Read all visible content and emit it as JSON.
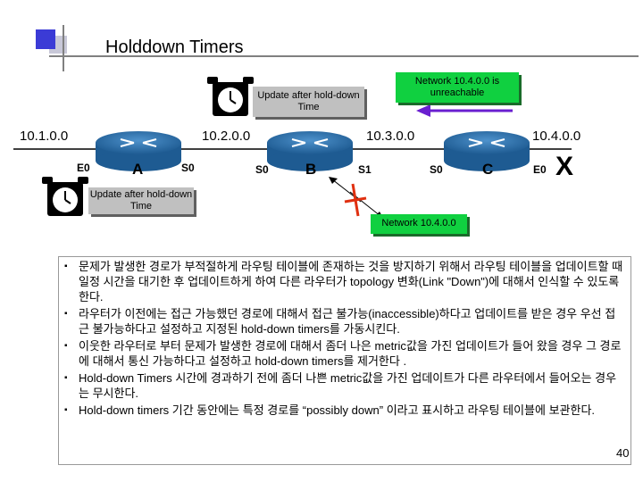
{
  "title": "Holddown Timers",
  "networks": [
    "10.1.0.0",
    "10.2.0.0",
    "10.3.0.0",
    "10.4.0.0"
  ],
  "interfaces": {
    "a_e0": "E0",
    "a_s0": "S0",
    "b_s0": "S0",
    "b_s1": "S1",
    "c_s0": "S0",
    "c_e0": "E0"
  },
  "routers": {
    "a": "A",
    "b": "B",
    "c": "C"
  },
  "update_top": "Update after hold-down Time",
  "update_left": "Update after hold-down Time",
  "unreachable": "Network 10.4.0.0 is unreachable",
  "network_label": "Network 10.4.0.0",
  "x_mark": "X",
  "bullets": [
    "문제가 발생한 경로가 부적절하게 라우팅 테이블에 존재하는 것을 방지하기 위해서 라우팅 테이블을 업데이트할 때 일정 시간을 대기한 후 업데이트하게 하여 다른 라우터가 topology 변화(Link \"Down\")에 대해서 인식할 수 있도록 한다.",
    "라우터가 이전에는 접근 가능했던 경로에 대해서 접근 불가능(inaccessible)하다고 업데이트를 받은 경우 우선 접근 불가능하다고 설정하고 지정된 hold-down timers를 가동시킨다.",
    "이웃한 라우터로 부터 문제가 발생한 경로에 대해서 좀더 나은 metric값을 가진 업데이트가 들어 왔을 경우 그 경로에 대해서 통신 가능하다고 설정하고 hold-down timers를 제거한다 .",
    "Hold-down Timers 시간에 경과하기 전에 좀더 나쁜 metric값을 가진 업데이트가 다른 라우터에서 들어오는 경우는 무시한다.",
    "Hold-down timers 기간 동안에는 특정 경로를 “possibly down” 이라고 표시하고 라우팅 테이블에 보관한다."
  ],
  "page_number": "40",
  "colors": {
    "arrow": "#6a1fd0",
    "green_box": "#10d040",
    "gray_box": "#c0c0c0",
    "router": "#2c6fa8",
    "cross": "#e03010"
  }
}
